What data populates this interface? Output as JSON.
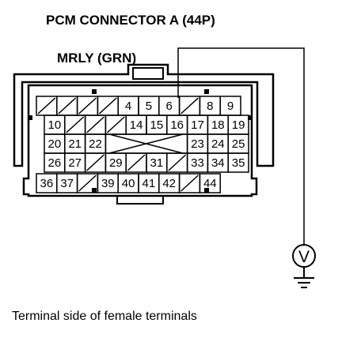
{
  "title": "PCM CONNECTOR A (44P)",
  "wire_label": "MRLY (GRN)",
  "caption": "Terminal side of female terminals",
  "meter_symbol": "V",
  "rows": [
    [
      "",
      "",
      "",
      "",
      "4",
      "5",
      "6",
      "",
      "8",
      "9"
    ],
    [
      "10",
      "",
      "",
      "",
      "14",
      "15",
      "16",
      "17",
      "18",
      "19"
    ],
    [
      "20",
      "21",
      "22",
      "",
      "",
      "",
      "",
      "23",
      "24",
      "25"
    ],
    [
      "26",
      "27",
      "",
      "29",
      "",
      "31",
      "",
      "33",
      "34",
      "35"
    ],
    [
      "36",
      "37",
      "",
      "39",
      "40",
      "41",
      "42",
      "",
      "44"
    ]
  ]
}
